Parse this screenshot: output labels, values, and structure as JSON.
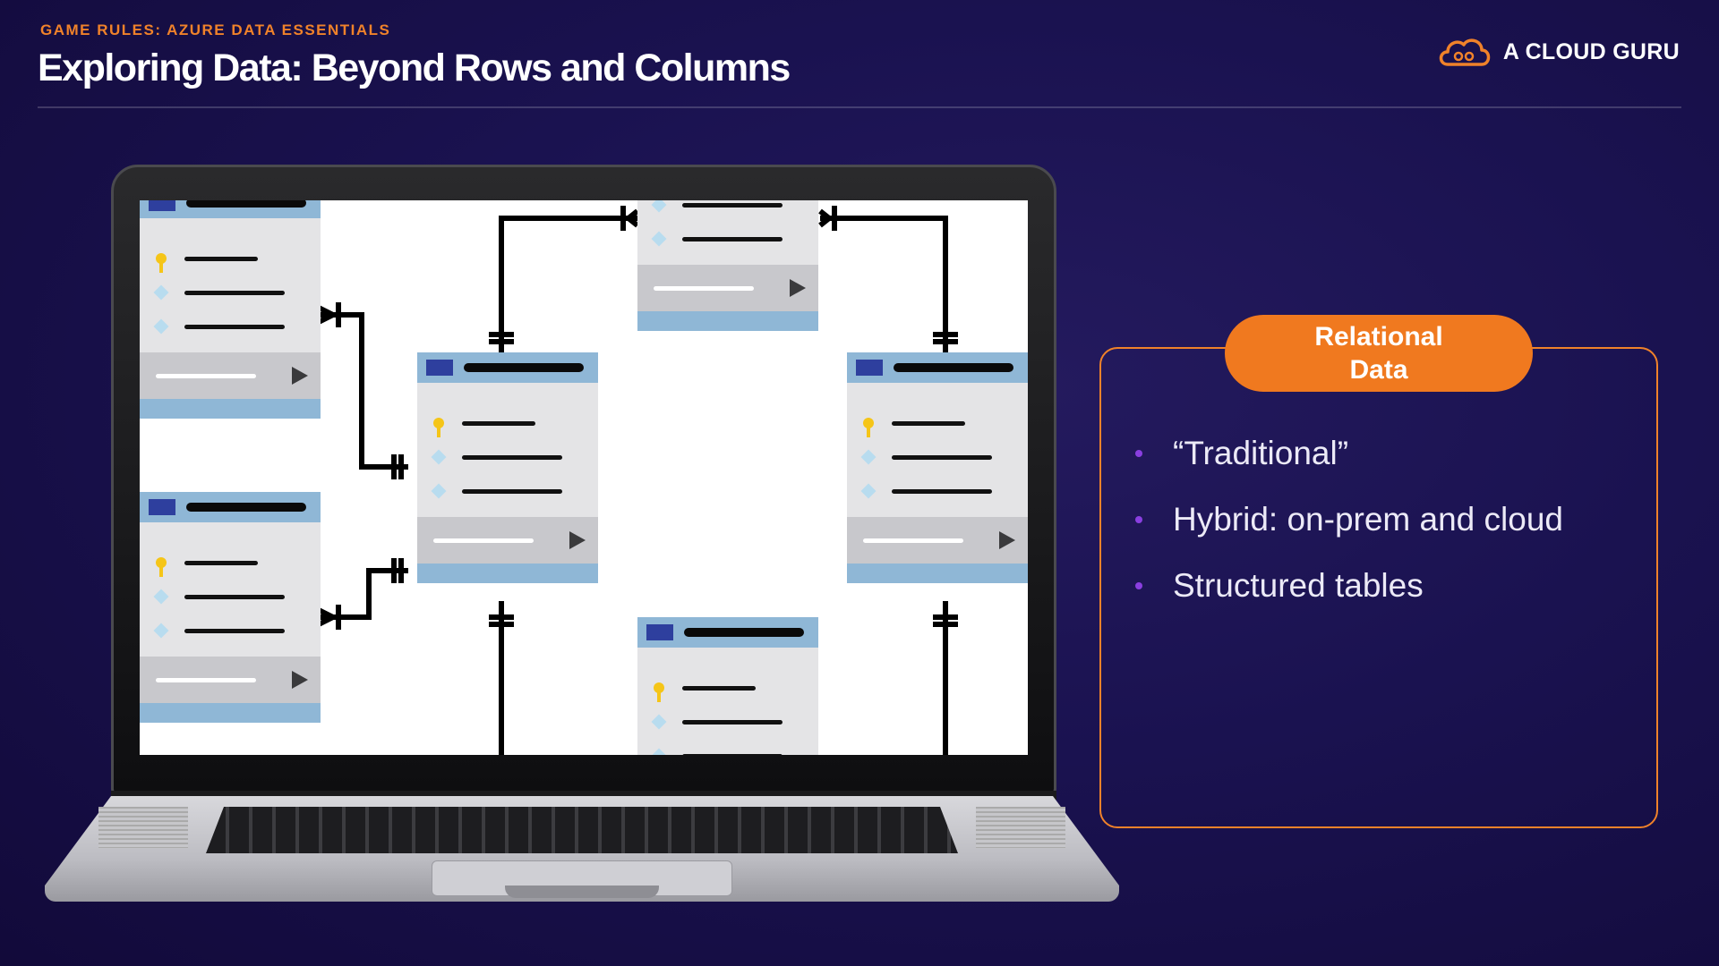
{
  "header": {
    "eyebrow": "GAME RULES: AZURE DATA ESSENTIALS",
    "title": "Exploring Data: Beyond Rows and Columns"
  },
  "brand": {
    "name": "A CLOUD GURU",
    "icon": "cloud-logo-icon",
    "color": "#f0822a"
  },
  "panel": {
    "badge_line1": "Relational",
    "badge_line2": "Data",
    "bullets": [
      "“Traditional”",
      "Hybrid: on-prem and cloud",
      "Structured tables"
    ]
  },
  "colors": {
    "accent_orange": "#f0791f",
    "bullet_purple": "#8a3fe0",
    "background": "#1a1250",
    "er_header_blue": "#8fb7d6",
    "er_square": "#2e3f9e"
  },
  "illustration": {
    "icon": "laptop-icon",
    "content": "er-diagram"
  }
}
